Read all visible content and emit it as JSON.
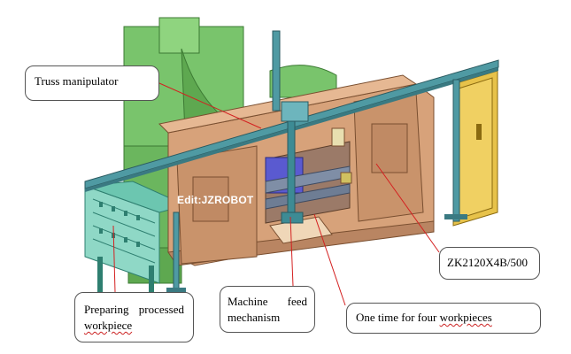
{
  "labels": {
    "truss_manipulator": "Truss manipulator",
    "machine_model": "ZK2120X4B/500",
    "preparing_line1": "Preparing",
    "preparing_line1b": "processed",
    "preparing_line2": "workpiece",
    "feed_line1a": "Machine",
    "feed_line1b": "feed",
    "feed_line2": "mechanism",
    "four_workpieces_a": "One time for four",
    "four_workpieces_b": "workpieces"
  },
  "watermark": "Edit:JZROBOT",
  "colors": {
    "machine_body": "#d7a27a",
    "machine_shadow": "#b98562",
    "green_equipment": "#79c46c",
    "cabinet": "#e7c24a",
    "truss": "#4f9aa3",
    "leader_line": "#d42020"
  }
}
